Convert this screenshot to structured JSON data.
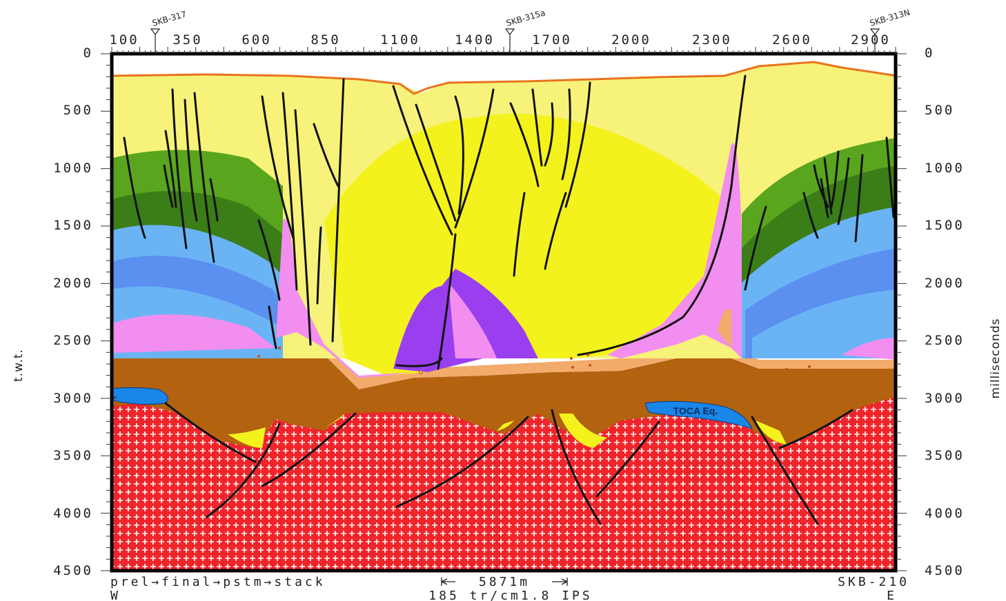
{
  "section": {
    "left_axis": {
      "title": "t.w.t.",
      "labels": [
        "0",
        "500",
        "1000",
        "1500",
        "2000",
        "2500",
        "3000",
        "3500",
        "4000",
        "4500"
      ]
    },
    "right_axis": {
      "title": "milliseconds",
      "labels": [
        "0",
        "500",
        "1000",
        "1500",
        "2000",
        "2500",
        "3000",
        "3500",
        "4000",
        "4500"
      ]
    },
    "top_axis": {
      "labels": [
        "100",
        "350",
        "600",
        "850",
        "1100",
        "1400",
        "1700",
        "2000",
        "2300",
        "2600",
        "2900"
      ]
    },
    "wells": [
      {
        "name": "SKB-317"
      },
      {
        "name": "SKB-315a"
      },
      {
        "name": "SKB-313N"
      }
    ],
    "annotation": "TOCA Eq.",
    "footer": {
      "line1_left": "prel→final→pstm→stack",
      "scale_bar": "5871m",
      "line1_right": "SKB-210",
      "line2_left": "W",
      "line2_center": "185  tr/cm1.8  IPS",
      "line2_right": "E"
    },
    "colors": {
      "pale_yellow": "#f7f27a",
      "yellow": "#f4f21c",
      "light_green": "#5aa51e",
      "dark_green": "#3b7d17",
      "blue_light": "#6ab4f5",
      "blue_mid": "#5b8ff0",
      "pink": "#f28ef0",
      "purple": "#9a3ff0",
      "orange_tan": "#f2ab6a",
      "brown": "#b3620f",
      "basement_red": "#f0252b",
      "salt_blue": "#1a86e8",
      "seafloor": "#e8731c",
      "fault": "#111111"
    }
  }
}
